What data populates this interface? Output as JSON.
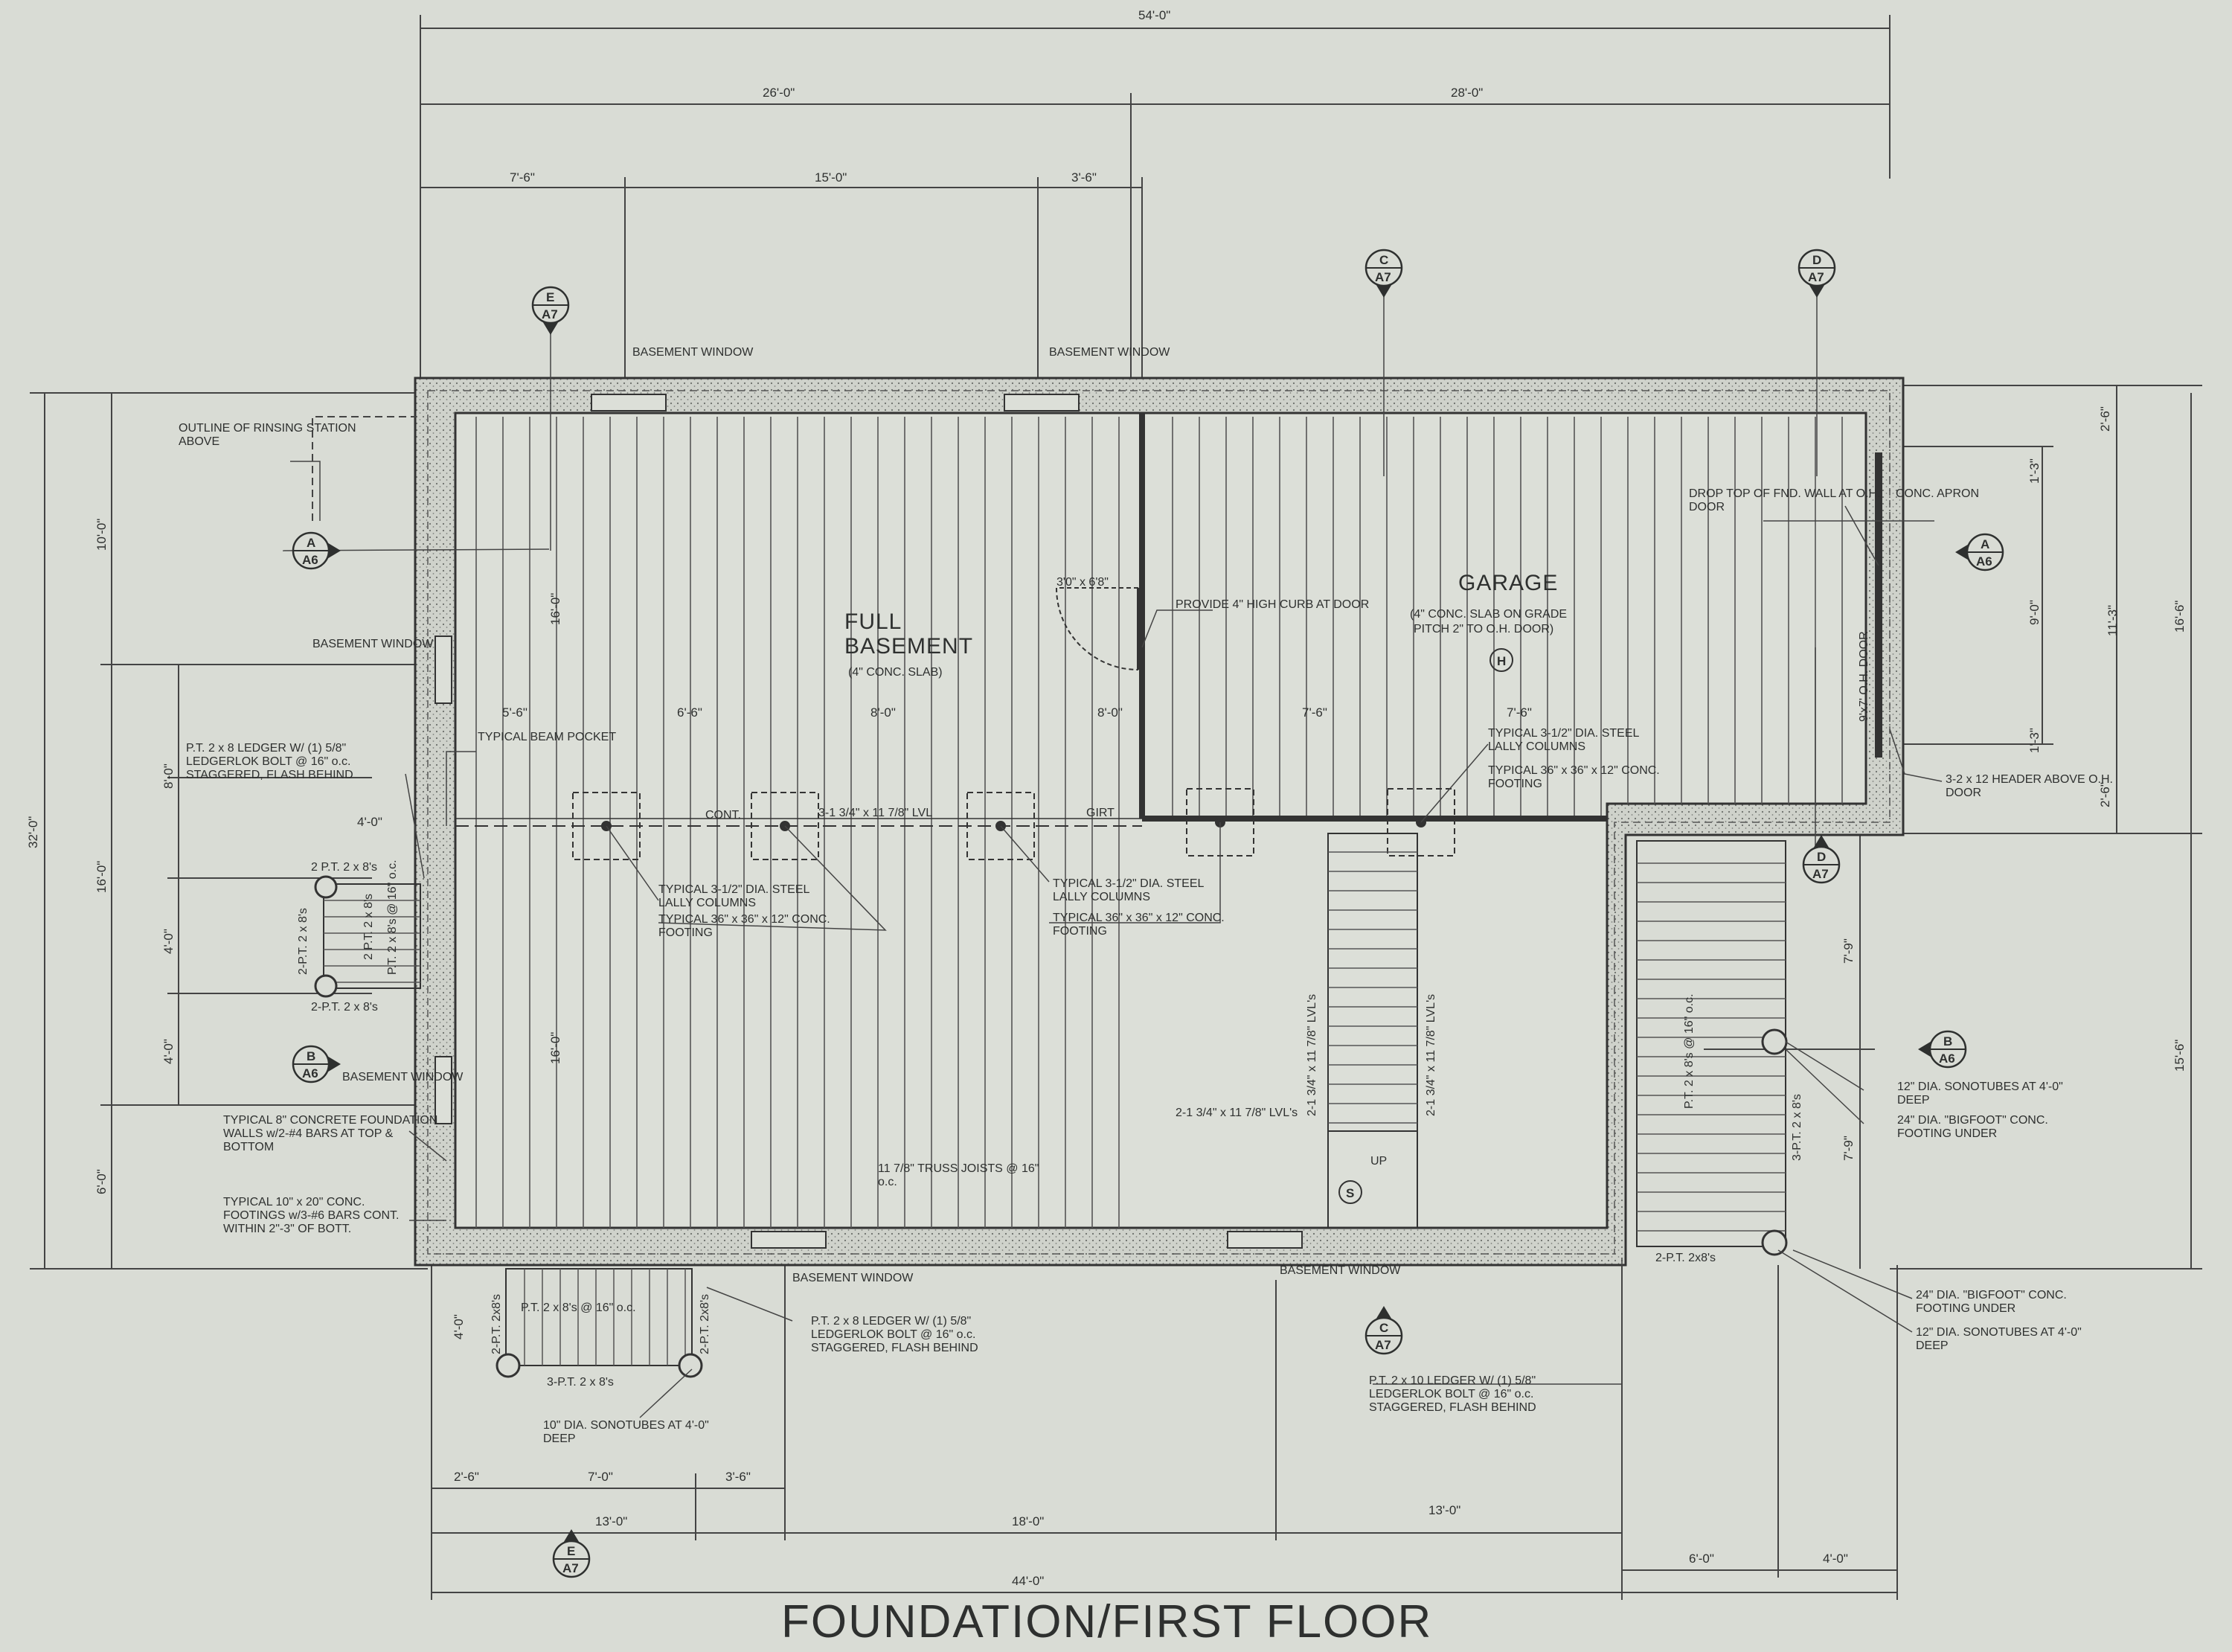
{
  "title": "FOUNDATION/FIRST FLOOR",
  "rooms": {
    "basement_l1": "FULL",
    "basement_l2": "BASEMENT",
    "basement_sub": "(4\" CONC. SLAB)",
    "garage": "GARAGE",
    "garage_sub1": "(4\" CONC. SLAB ON GRADE",
    "garage_sub2": "PITCH 2\" TO O.H. DOOR)",
    "garage_mark": "H",
    "stair_mark": "S",
    "up": "UP"
  },
  "dims": {
    "overall_top": "54'-0\"",
    "top_left": "26'-0\"",
    "top_right": "28'-0\"",
    "t1": "7'-6\"",
    "t2": "15'-0\"",
    "t3": "3'-6\"",
    "left_overall": "32'-0\"",
    "left_a": "10'-0\"",
    "left_b": "16'-0\"",
    "left_c": "6'-0\"",
    "left_d": "8'-0\"",
    "left_e": "4'-0\"",
    "left_f": "4'-0\"",
    "int_16a": "16'-0\"",
    "int_16b": "16'-0\"",
    "r_overall": "16'-6\"",
    "r_lower": "15'-6\"",
    "r_25a": "2'-6\"",
    "r_13a": "1'-3\"",
    "r_90": "9'-0\"",
    "r_13b": "1'-3\"",
    "r_25b": "2'-6\"",
    "r_79a": "7'-9\"",
    "r_79b": "7'-9\"",
    "r_11": "11'-3\"",
    "g1": "5'-6\"",
    "g2": "6'-6\"",
    "g3": "8'-0\"",
    "g4": "8'-0\"",
    "g5": "7'-6\"",
    "g6": "7'-6\"",
    "p_40": "4'-0\"",
    "b1": "2'-6\"",
    "b2": "7'-0\"",
    "b3": "3'-6\"",
    "b4": "13'-0\"",
    "b5": "18'-0\"",
    "b6": "13'-0\"",
    "b7": "44'-0\"",
    "b8": "6'-0\"",
    "b9": "4'-0\"",
    "deck_40": "4'-0\""
  },
  "notes": {
    "bw_top1": "BASEMENT WINDOW",
    "bw_top2": "BASEMENT WINDOW",
    "bw_left1": "BASEMENT WINDOW",
    "bw_left2": "BASEMENT WINDOW",
    "bw_bot1": "BASEMENT WINDOW",
    "bw_bot2": "BASEMENT WINDOW",
    "rinsing": "OUTLINE OF RINSING STATION ABOVE",
    "beam_pocket": "TYPICAL BEAM POCKET",
    "ledger_left": "P.T. 2 x 8 LEDGER W/ (1) 5/8\" LEDGERLOK BOLT @ 16\" o.c. STAGGERED, FLASH BEHIND",
    "ledger_bot": "P.T. 2 x 8 LEDGER W/ (1) 5/8\" LEDGERLOK BOLT @ 16\" o.c. STAGGERED, FLASH BEHIND",
    "ledger_right": "P.T. 2 x 10 LEDGER W/ (1) 5/8\" LEDGERLOK BOLT @ 16\" o.c. STAGGERED, FLASH BEHIND",
    "found_wall": "TYPICAL 8\" CONCRETE FOUNDATION WALLS w/2-#4 BARS AT TOP & BOTTOM",
    "footing": "TYPICAL 10\" x 20\" CONC. FOOTINGS w/3-#6 BARS CONT. WITHIN 2\"-3\" OF BOTT.",
    "door": "3'0\" x 6'8\"",
    "curb": "PROVIDE 4\" HIGH CURB AT DOOR",
    "cont": "CONT.",
    "girt": "GIRT",
    "lvl_girder": "3-1 3/4\" x 11 7/8\" LVL",
    "lally_1": "TYPICAL 3-1/2\" DIA. STEEL LALLY COLUMNS",
    "footing_1": "TYPICAL 36\" x 36\" x 12\" CONC. FOOTING",
    "lally_2": "TYPICAL 3-1/2\" DIA. STEEL LALLY COLUMNS",
    "footing_2": "TYPICAL 36\" x 36\" x 12\" CONC. FOOTING",
    "lally_3": "TYPICAL 3-1/2\" DIA. STEEL LALLY COLUMNS",
    "footing_3": "TYPICAL 36\" x 36\" x 12\" CONC. FOOTING",
    "truss": "11 7/8\" TRUSS JOISTS @ 16\" o.c.",
    "lvl_stair_1": "2-1 3/4\" x 11 7/8\" LVL's",
    "lvl_stair_2": "2-1 3/4\" x 11 7/8\" LVL's",
    "lvl_stair_3": "2-1 3/4\" x 11 7/8\" LVL's",
    "drop_top": "DROP TOP OF FND. WALL AT O.H. DOOR",
    "apron": "CONC. APRON",
    "oh_door": "9'x7' O.H. DOOR",
    "header": "3-2 x 12 HEADER ABOVE O.H. DOOR",
    "pt_28s_1": "2 P.T. 2 x 8's",
    "pt_28s_2": "2-P.T. 2 x 8's",
    "pt_28s_3": "2-P.T. 2 x 8's",
    "pt_28_oc": "P.T. 2 x 8's @ 16\" o.c.",
    "pt_28_v": "2 P.T. 2 x 8's",
    "pt_bot_oc": "P.T. 2 x 8's @ 16\" o.c.",
    "pt_bot_3": "3-P.T. 2 x 8's",
    "pt_bot_v1": "2-P.T. 2x8's",
    "pt_bot_v2": "2-P.T. 2x8's",
    "sono_10": "10\" DIA. SONOTUBES AT 4'-0\" DEEP",
    "pt_right_oc": "P.T. 2 x 8's @ 16\" o.c.",
    "pt_right_v": "3-P.T. 2 x 8's",
    "pt_right_bot": "2-P.T. 2x8's",
    "sono_12a": "12\" DIA. SONOTUBES AT 4'-0\" DEEP",
    "bigfoot_a": "24\" DIA. \"BIGFOOT\" CONC. FOOTING UNDER",
    "bigfoot_b": "24\" DIA. \"BIGFOOT\" CONC. FOOTING UNDER",
    "sono_12b": "12\" DIA. SONOTUBES AT 4'-0\" DEEP"
  },
  "sections": {
    "s_e_top": {
      "letter": "E",
      "sheet": "A7"
    },
    "s_c_top": {
      "letter": "C",
      "sheet": "A7"
    },
    "s_d_top": {
      "letter": "D",
      "sheet": "A7"
    },
    "s_a_left": {
      "letter": "A",
      "sheet": "A6"
    },
    "s_a_right": {
      "letter": "A",
      "sheet": "A6"
    },
    "s_b_left": {
      "letter": "B",
      "sheet": "A6"
    },
    "s_b_right": {
      "letter": "B",
      "sheet": "A6"
    },
    "s_d_mid": {
      "letter": "D",
      "sheet": "A7"
    },
    "s_c_bot": {
      "letter": "C",
      "sheet": "A7"
    },
    "s_e_bot": {
      "letter": "E",
      "sheet": "A7"
    }
  },
  "colors": {
    "paper": "#d9dcd5",
    "ink": "#2e302f"
  }
}
